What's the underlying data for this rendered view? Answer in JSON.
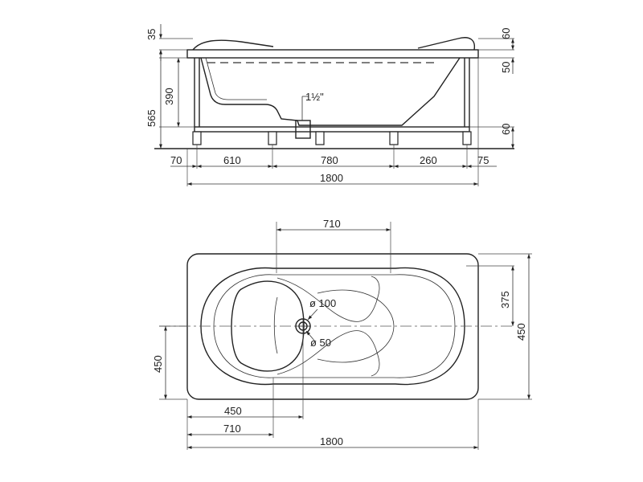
{
  "side_view": {
    "heights": {
      "rim": "35",
      "depth": "390",
      "total": "565"
    },
    "right_heights": {
      "top": "60",
      "mid": "50",
      "bottom": "60"
    },
    "drain_label": "1½\"",
    "bottom_dims": {
      "a": "70",
      "b": "610",
      "c": "780",
      "d": "260",
      "e": "75",
      "total": "1800"
    }
  },
  "top_view": {
    "width_top": "710",
    "right_dims": {
      "inner": "375",
      "outer": "450"
    },
    "left_dim": "450",
    "drain_outer": "ø 100",
    "drain_inner": "ø 50",
    "bottom_dims": {
      "a": "450",
      "b": "710",
      "total": "1800"
    }
  }
}
